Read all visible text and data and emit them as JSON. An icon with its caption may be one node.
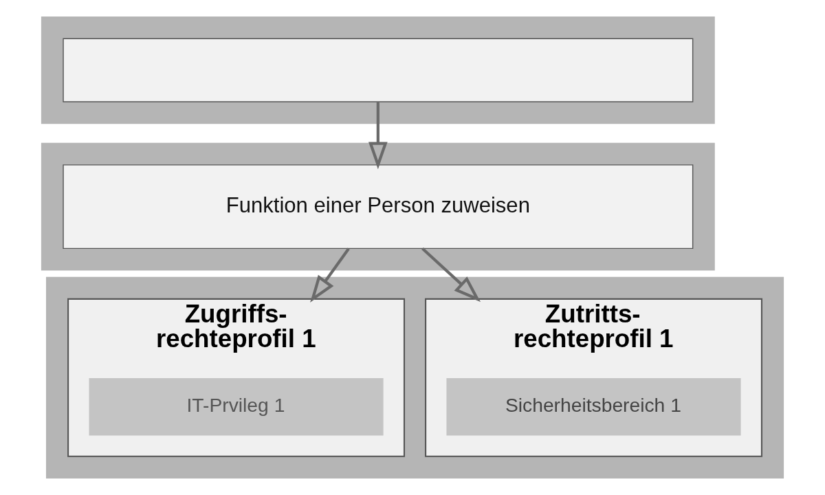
{
  "diagram": {
    "nodes": [
      {
        "text": [],
        "shape": "box"
      },
      {
        "text": [],
        "shape": "box",
        "in": 0
      },
      {
        "text": [],
        "shape": "box"
      },
      {
        "text": [
          "Funktion einer Person zuweisen"
        ],
        "in": 2
      },
      {
        "text": [],
        "shape": "box"
      },
      {
        "text": [
          "Zugriffs- rechteprofil 1"
        ],
        "in": 4
      },
      {
        "text": [
          "IT-Prvileg 1"
        ],
        "in": 5
      },
      {
        "text": [
          "Zutritts- rechteprofil 1"
        ],
        "in": 4
      },
      {
        "text": [
          "Sicherheitsbereich 1"
        ],
        "in": 7
      }
    ],
    "edges": [
      {
        "from": 1,
        "to": 3,
        "arrow": "to"
      },
      {
        "from": 3,
        "to": 5,
        "arrow": "to"
      },
      {
        "from": 3,
        "to": 7,
        "arrow": "to"
      }
    ]
  }
}
